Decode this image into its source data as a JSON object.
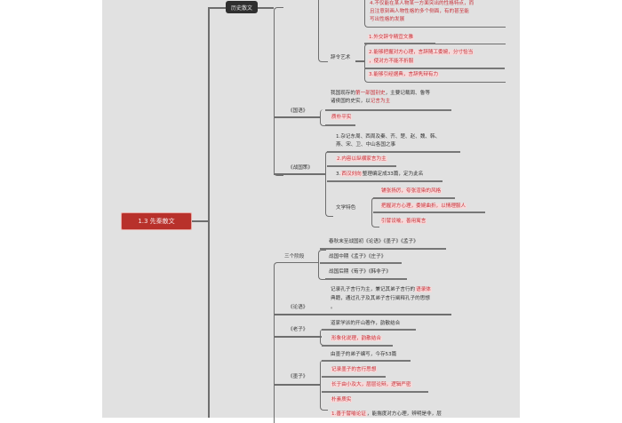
{
  "mindmap": {
    "root": "1.3 先秦散文",
    "branch_history": {
      "label": "历史散文",
      "top_items": {
        "item4_line1": "4.不仅能在某人物某一方面突出的性格特点，而",
        "item4_line2": "且注意刻画人物性格的多个侧面，有的甚至能",
        "item4_line3": "写出性格的发展"
      },
      "ciling": {
        "label": "辞令艺术",
        "items": [
          "1.外交辞令精宜文雅",
          "2.能够把握对方心理，言辞随工委婉，分寸恰当",
          "，使对方不能不折服",
          "3.能够引经据典，言辞隽辩有力"
        ]
      },
      "guoyu": {
        "label": "《国语》",
        "desc_line1_a": "我国现存的",
        "desc_line1_hl": "第一部国别史",
        "desc_line1_b": "，主要记载周、鲁等",
        "desc_line2_a": "诸侯国的史实，以",
        "desc_line2_hl": "记言为主",
        "item": "质朴平实"
      },
      "zhanguoce": {
        "label": "《战国策》",
        "desc_line1": "1.杂记东周、西周及秦、齐、楚、赵、魏、韩、",
        "desc_line2": "燕、宋、卫、中山各国之事",
        "item2": "2.内容以纵横家言为主",
        "item3_a": "3.",
        "item3_hl": "西汉刘向",
        "item3_b": "整理编定成33篇，定为此名",
        "literary": {
          "label": "文学特色",
          "items": [
            "铺张扬厉，夸张渲染的风格",
            "把握对方心理，委婉曲折，以情理服人",
            "引譬设喻，善用寓言"
          ]
        }
      }
    },
    "branch_philosophy": {
      "stages": {
        "label": "三个阶段",
        "items": [
          "春秋末至战国初《论语》《墨子》《孟子》",
          "战国中期《孟子》《庄子》",
          "战国后期《荀子》《韩非子》"
        ]
      },
      "lunyu": {
        "label": "《论语》",
        "desc_line1_a": "记录孔子言行为主，兼记其弟子言行的",
        "desc_line1_hl": "语录体",
        "desc_line2": "典籍，通过孔子及其弟子言行阐释孔子的思想",
        "desc_line3": "。"
      },
      "laozi": {
        "label": "《老子》",
        "items": [
          "道家学派的开山著作，韵散结合",
          "形象化说理，韵散结合"
        ]
      },
      "mozi": {
        "label": "《墨子》",
        "desc": "由墨子的弟子编写，今存53篇",
        "items": [
          "记录墨子的言行思想",
          "长于由小及大，层层论辩，逻辑严密",
          "朴素质实"
        ]
      },
      "last_item_hl": "1.善于譬喻论证",
      "last_item_rest": "，能揣度对方心理，辨明是非，层"
    }
  }
}
